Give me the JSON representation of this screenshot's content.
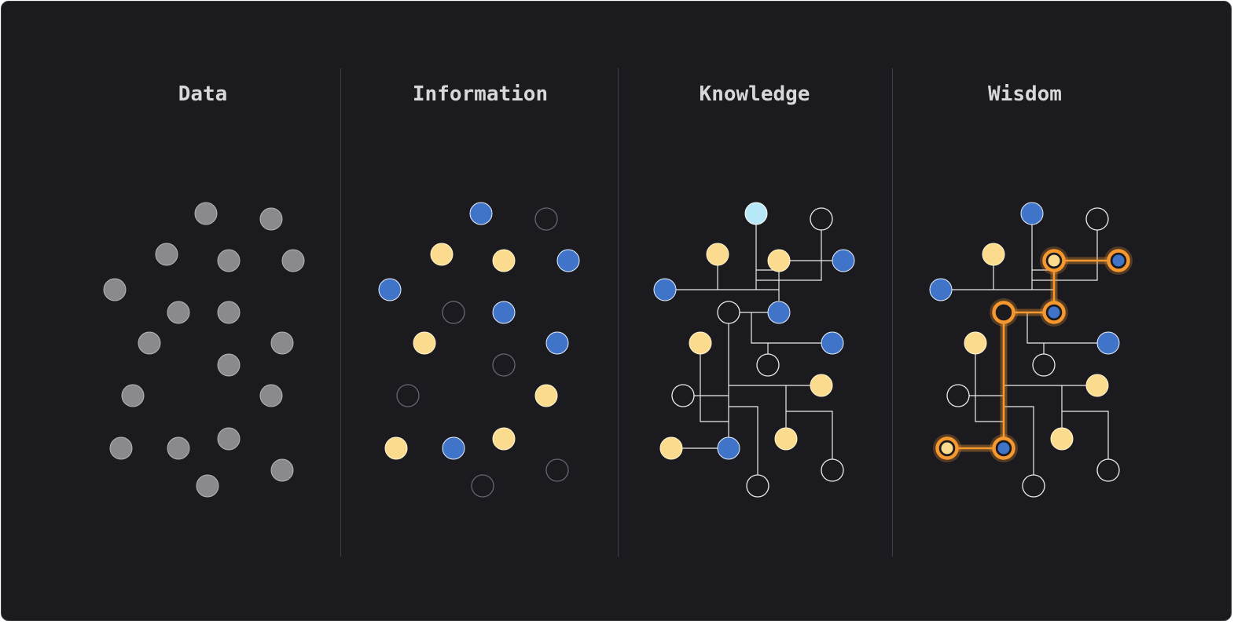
{
  "panels": [
    {
      "title": "Data"
    },
    {
      "title": "Information"
    },
    {
      "title": "Knowledge"
    },
    {
      "title": "Wisdom"
    }
  ],
  "colors": {
    "background": "#1b1b1f",
    "title": "#d8d8dc",
    "data_node": "#8a8a8e",
    "blue_node": "#3f74c8",
    "yellow_node": "#fbdc8e",
    "light_node": "#b6e8f8",
    "hollow_node_stroke": "#ececec",
    "faint_node_stroke": "#666670",
    "highlight": "#f6982e",
    "connector": "#ececec"
  },
  "legend": {
    "node_kinds": [
      "grey",
      "blue",
      "yellow",
      "light",
      "hollow",
      "faint"
    ]
  }
}
